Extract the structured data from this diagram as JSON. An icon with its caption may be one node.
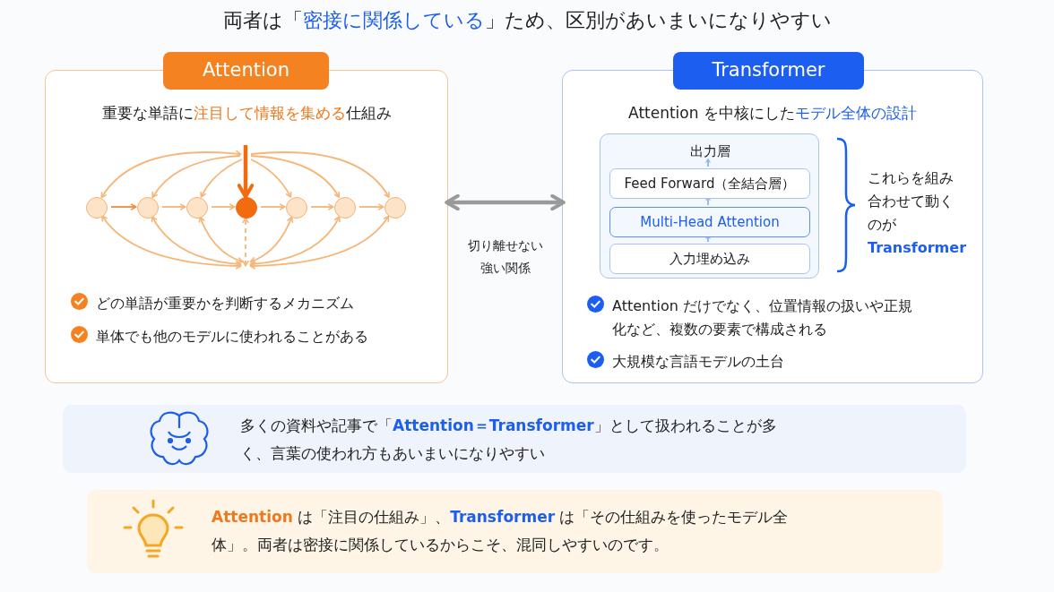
{
  "diagram": {
    "title": "両者は「**密接に関係している**」ため、区別があいまいになりやすい",
    "nodes": [
      {
        "text": [
          "Attention",
          "重要な単語に**注目して情報を集める**仕組み",
          "どの単語が重要かを判断するメカニズム",
          "単体でも他のモデルに使われることがある"
        ]
      },
      {
        "text": [],
        "shape": "circle",
        "in": 0
      },
      {
        "text": [],
        "shape": "circle",
        "in": 0
      },
      {
        "text": [],
        "shape": "circle",
        "in": 0
      },
      {
        "text": [],
        "shape": "circle",
        "in": 0
      },
      {
        "text": [],
        "shape": "circle",
        "in": 0
      },
      {
        "text": [],
        "shape": "circle",
        "in": 0
      },
      {
        "text": [],
        "shape": "circle",
        "in": 0
      },
      {
        "text": [
          "Transformer",
          "Attention を中核にした**モデル全体の設計**",
          "Attention だけでなく、位置情報の扱いや正規化など、複数の要素で構成される",
          "大規模な言語モデルの土台"
        ]
      },
      {
        "text": [],
        "shape": "box",
        "in": 8
      },
      {
        "text": [
          "出力層"
        ],
        "in": 9
      },
      {
        "text": [
          "Feed Forward（全結合層）"
        ],
        "in": 9
      },
      {
        "text": [
          "Multi-Head Attention"
        ],
        "in": 9
      },
      {
        "text": [
          "入力埋め込み"
        ],
        "in": 9
      },
      {
        "text": [
          "多くの資料や記事で「**Attention＝Transformer**」として扱われることが多く、言葉の使われ方もあいまいになりやすい"
        ]
      },
      {
        "text": [
          "**Attention** は「注目の仕組み」、**Transformer** は「その仕組みを使ったモデル全体」。両者は密接に関係しているからこそ、混同しやすいのです。"
        ]
      }
    ],
    "edges": [
      {
        "from": 1,
        "to": 2,
        "arrow": "to",
        "color": "#f08a3c"
      },
      {
        "from": 2,
        "to": 3,
        "arrow": "to"
      },
      {
        "from": 3,
        "to": 4,
        "arrow": "to"
      },
      {
        "from": 4,
        "to": 5,
        "arrow": "to"
      },
      {
        "from": 5,
        "to": 6,
        "arrow": "to"
      },
      {
        "from": 6,
        "to": 7,
        "arrow": "to"
      },
      {
        "from": null,
        "to": 4,
        "arrow": "to",
        "style": "thick",
        "color": "#f26b0f"
      },
      {
        "from": null,
        "to": 1,
        "arrow": "both"
      },
      {
        "from": null,
        "to": 2,
        "arrow": "to"
      },
      {
        "from": null,
        "to": 3,
        "arrow": "to"
      },
      {
        "from": null,
        "to": 5,
        "arrow": "to"
      },
      {
        "from": null,
        "to": 6,
        "arrow": "to"
      },
      {
        "from": null,
        "to": 7,
        "arrow": "to"
      },
      {
        "from": null,
        "to": 1,
        "arrow": "both"
      },
      {
        "from": null,
        "to": 2,
        "arrow": "both"
      },
      {
        "from": null,
        "to": 3,
        "arrow": "both"
      },
      {
        "from": null,
        "to": 5,
        "arrow": "both"
      },
      {
        "from": null,
        "to": 6,
        "arrow": "both"
      },
      {
        "from": null,
        "to": 7,
        "arrow": "both"
      },
      {
        "from": null,
        "to": 4,
        "arrow": "both",
        "style": "dashed"
      },
      {
        "from": 0,
        "to": 8,
        "arrow": "both",
        "style": "thick",
        "color": "#9a9a9a",
        "label": "切り離せない強い関係"
      },
      {
        "from": 13,
        "to": 12,
        "arrow": "to",
        "color": "#8fb2f2"
      },
      {
        "from": 12,
        "to": 11,
        "arrow": "to",
        "color": "#8fb2f2"
      },
      {
        "from": 11,
        "to": 10,
        "arrow": "to",
        "color": "#8fb2f2"
      }
    ],
    "labels": [
      "これらを組み合わせて動くのが**Transformer**"
    ]
  }
}
